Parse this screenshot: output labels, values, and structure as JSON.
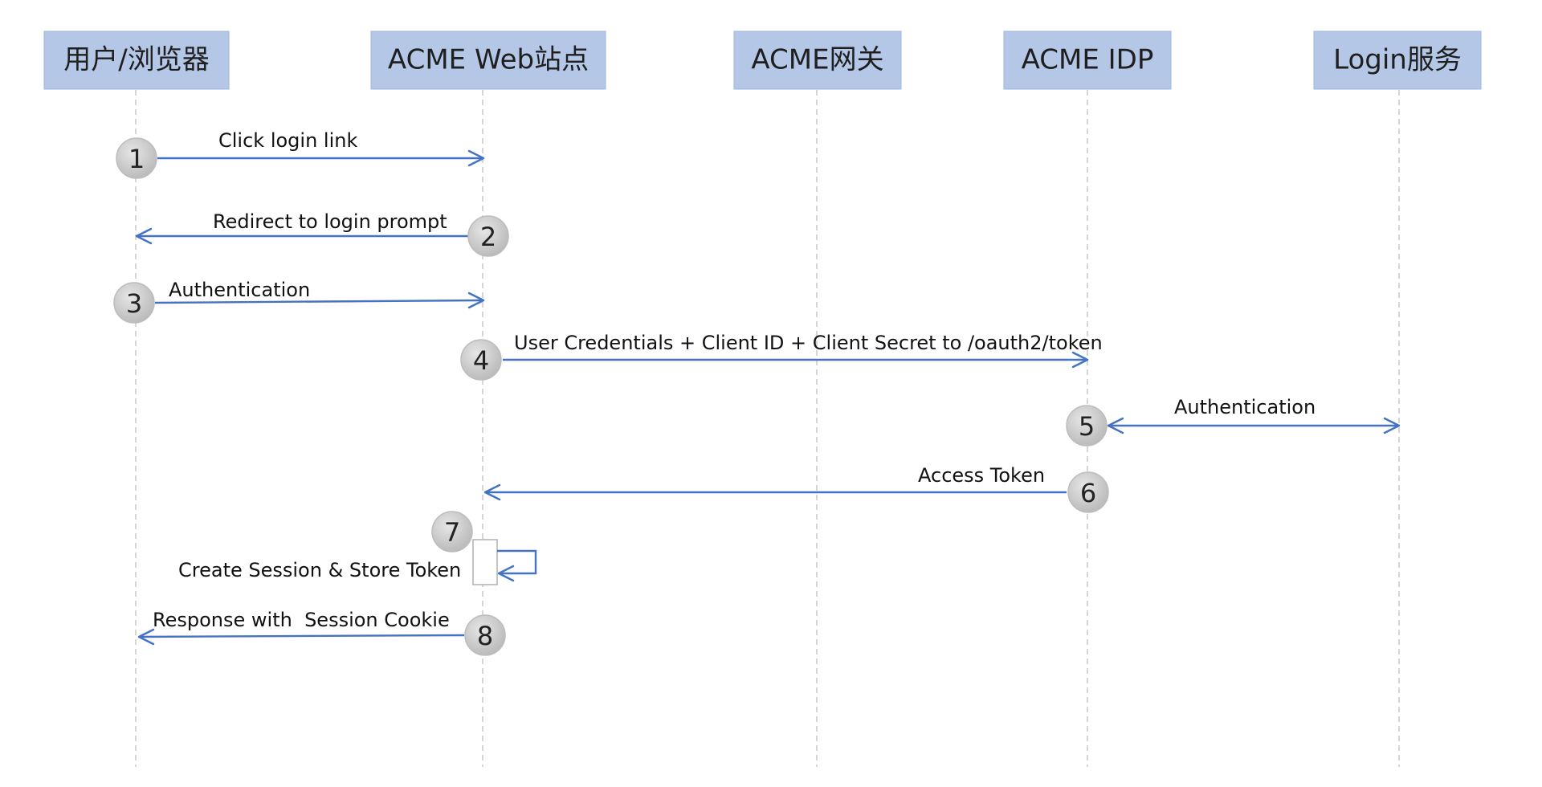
{
  "participants": [
    {
      "id": "user",
      "label": "用户/浏览器"
    },
    {
      "id": "web",
      "label": "ACME Web站点"
    },
    {
      "id": "gateway",
      "label": "ACME网关"
    },
    {
      "id": "idp",
      "label": "ACME IDP"
    },
    {
      "id": "login",
      "label": "Login服务"
    }
  ],
  "messages": [
    {
      "step": "1",
      "label": "Click login link",
      "from": "user",
      "to": "web"
    },
    {
      "step": "2",
      "label": "Redirect to login prompt",
      "from": "web",
      "to": "user"
    },
    {
      "step": "3",
      "label": "Authentication",
      "from": "user",
      "to": "web"
    },
    {
      "step": "4",
      "label": "User Credentials + Client ID + Client Secret to /oauth2/token",
      "from": "web",
      "to": "idp"
    },
    {
      "step": "5",
      "label": "Authentication",
      "from": "idp",
      "to": "login",
      "bidirectional": true
    },
    {
      "step": "6",
      "label": "Access Token",
      "from": "idp",
      "to": "web"
    },
    {
      "step": "7",
      "label": "Create Session & Store Token",
      "from": "web",
      "to": "web",
      "self": true
    },
    {
      "step": "8",
      "label": "Response with  Session Cookie",
      "from": "web",
      "to": "user"
    }
  ],
  "colors": {
    "participant_fill": "#b4c7e7",
    "arrow": "#4472c4",
    "lifeline": "#c8c8c8",
    "step_circle": "#c8c8c8"
  }
}
